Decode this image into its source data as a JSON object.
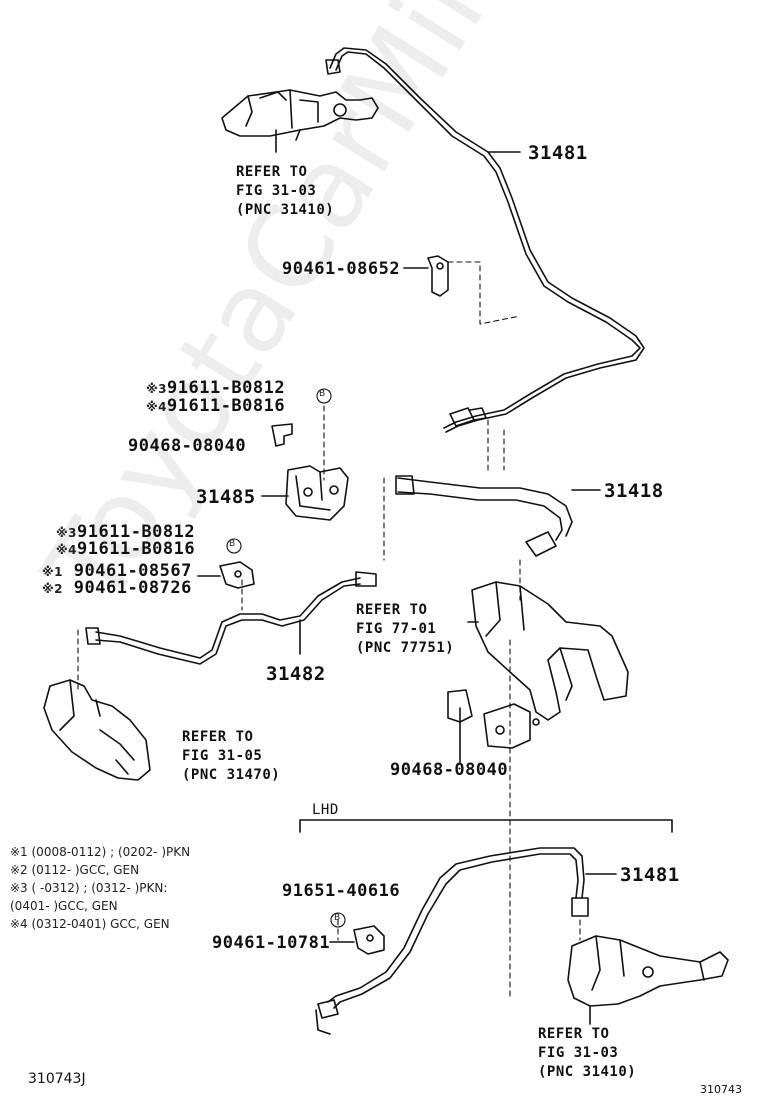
{
  "watermark": "ToyotaCarMine.ru",
  "labels": {
    "p31481_top": "31481",
    "p90461_08652": "90461-08652",
    "p91611_b0812_a": "91611-B0812",
    "p91611_b0816_a": "91611-B0816",
    "mark3": "※3",
    "mark4": "※4",
    "p90468_08040_a": "90468-08040",
    "p31485": "31485",
    "p31418": "31418",
    "p91611_b0812_b": "91611-B0812",
    "p91611_b0816_b": "91611-B0816",
    "mark1": "※1",
    "mark2": "※2",
    "p90461_08567": "90461-08567",
    "p90461_08726": "90461-08726",
    "p31482": "31482",
    "p90468_08040_b": "90468-08040",
    "lhd": "LHD",
    "p31481_bottom": "31481",
    "p91651_40616": "91651-40616",
    "p90461_10781": "90461-10781",
    "b": "B"
  },
  "references": {
    "top": [
      "REFER TO",
      "FIG 31-03",
      "(PNC 31410)"
    ],
    "mid": [
      "REFER TO",
      "FIG 77-01",
      "(PNC 77751)"
    ],
    "left": [
      "REFER TO",
      "FIG 31-05",
      "(PNC 31470)"
    ],
    "bottom": [
      "REFER TO",
      "FIG 31-03",
      "(PNC 31410)"
    ]
  },
  "notes": [
    "※1 (0008-0112) ; (0202-          )PKN",
    "※2 (0112-          )GCC, GEN",
    "※3 (          -0312) ; (0312-          )PKN:",
    "      (0401-          )GCC, GEN",
    "※4 (0312-0401) GCC, GEN"
  ],
  "footer": {
    "left_code": "310743J",
    "right_code": "310743"
  }
}
